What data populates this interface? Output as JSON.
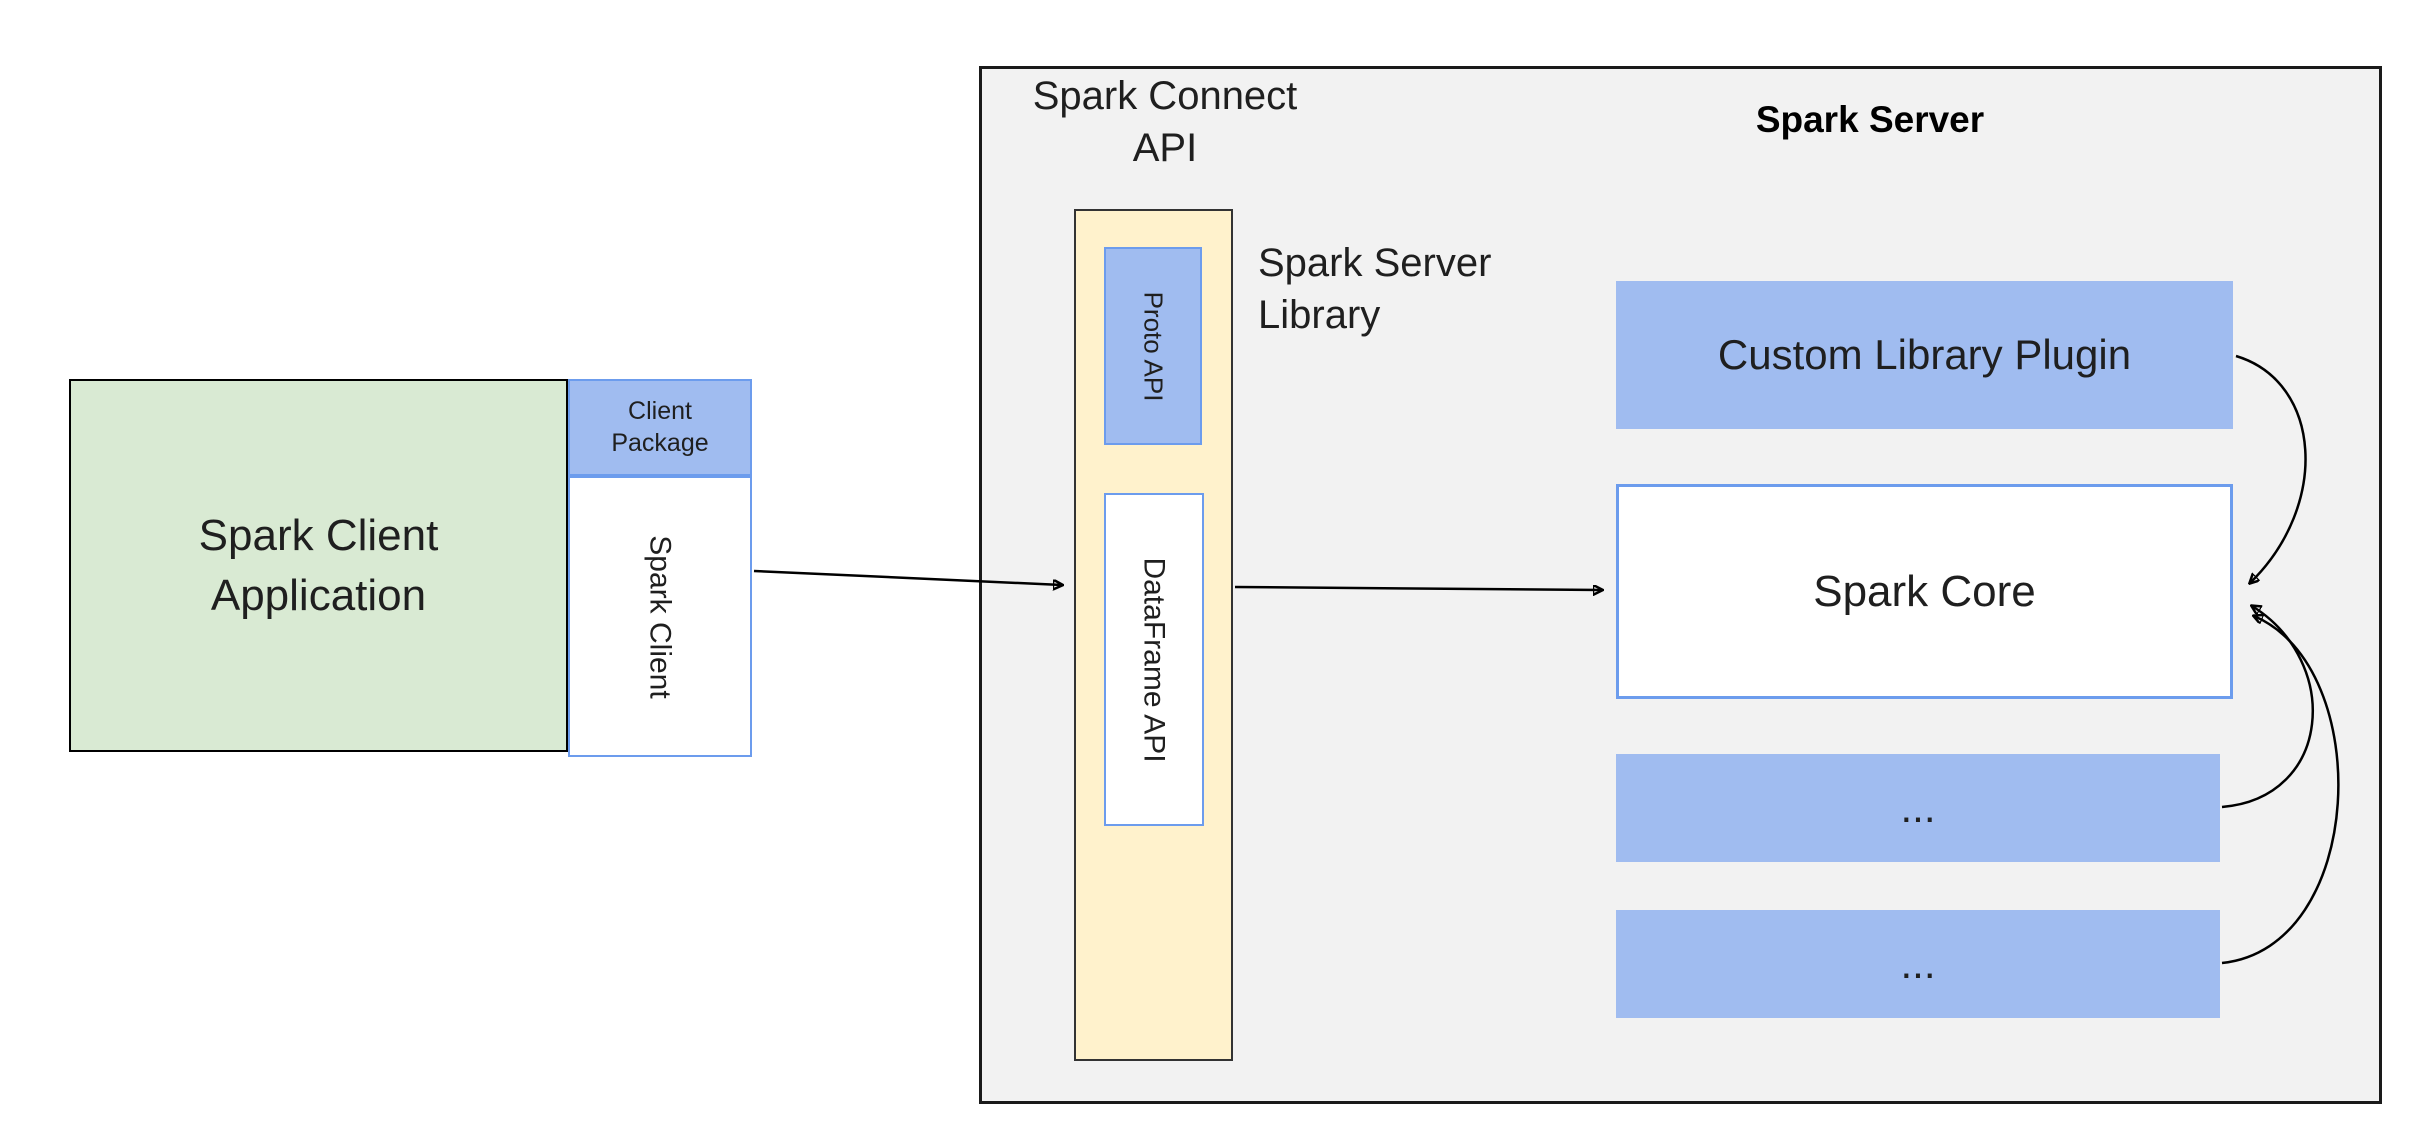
{
  "diagram": {
    "client": {
      "app_label": "Spark Client Application",
      "package_label": "Client Package",
      "client_label": "Spark Client"
    },
    "connect": {
      "api_label": "Spark Connect API",
      "proto_label": "Proto API",
      "dataframe_label": "DataFrame API",
      "library_label": "Spark Server Library"
    },
    "server": {
      "title": "Spark Server",
      "plugin_label": "Custom Library Plugin",
      "core_label": "Spark Core",
      "ellipsis1": "...",
      "ellipsis2": "..."
    },
    "colors": {
      "client_green": "#d9ead3",
      "accent_blue_fill": "#a0bcf0",
      "accent_blue_border": "#6c9ced",
      "connect_yellow": "#fff2cc",
      "server_gray": "#f2f2f2",
      "line_black": "#000000"
    }
  }
}
